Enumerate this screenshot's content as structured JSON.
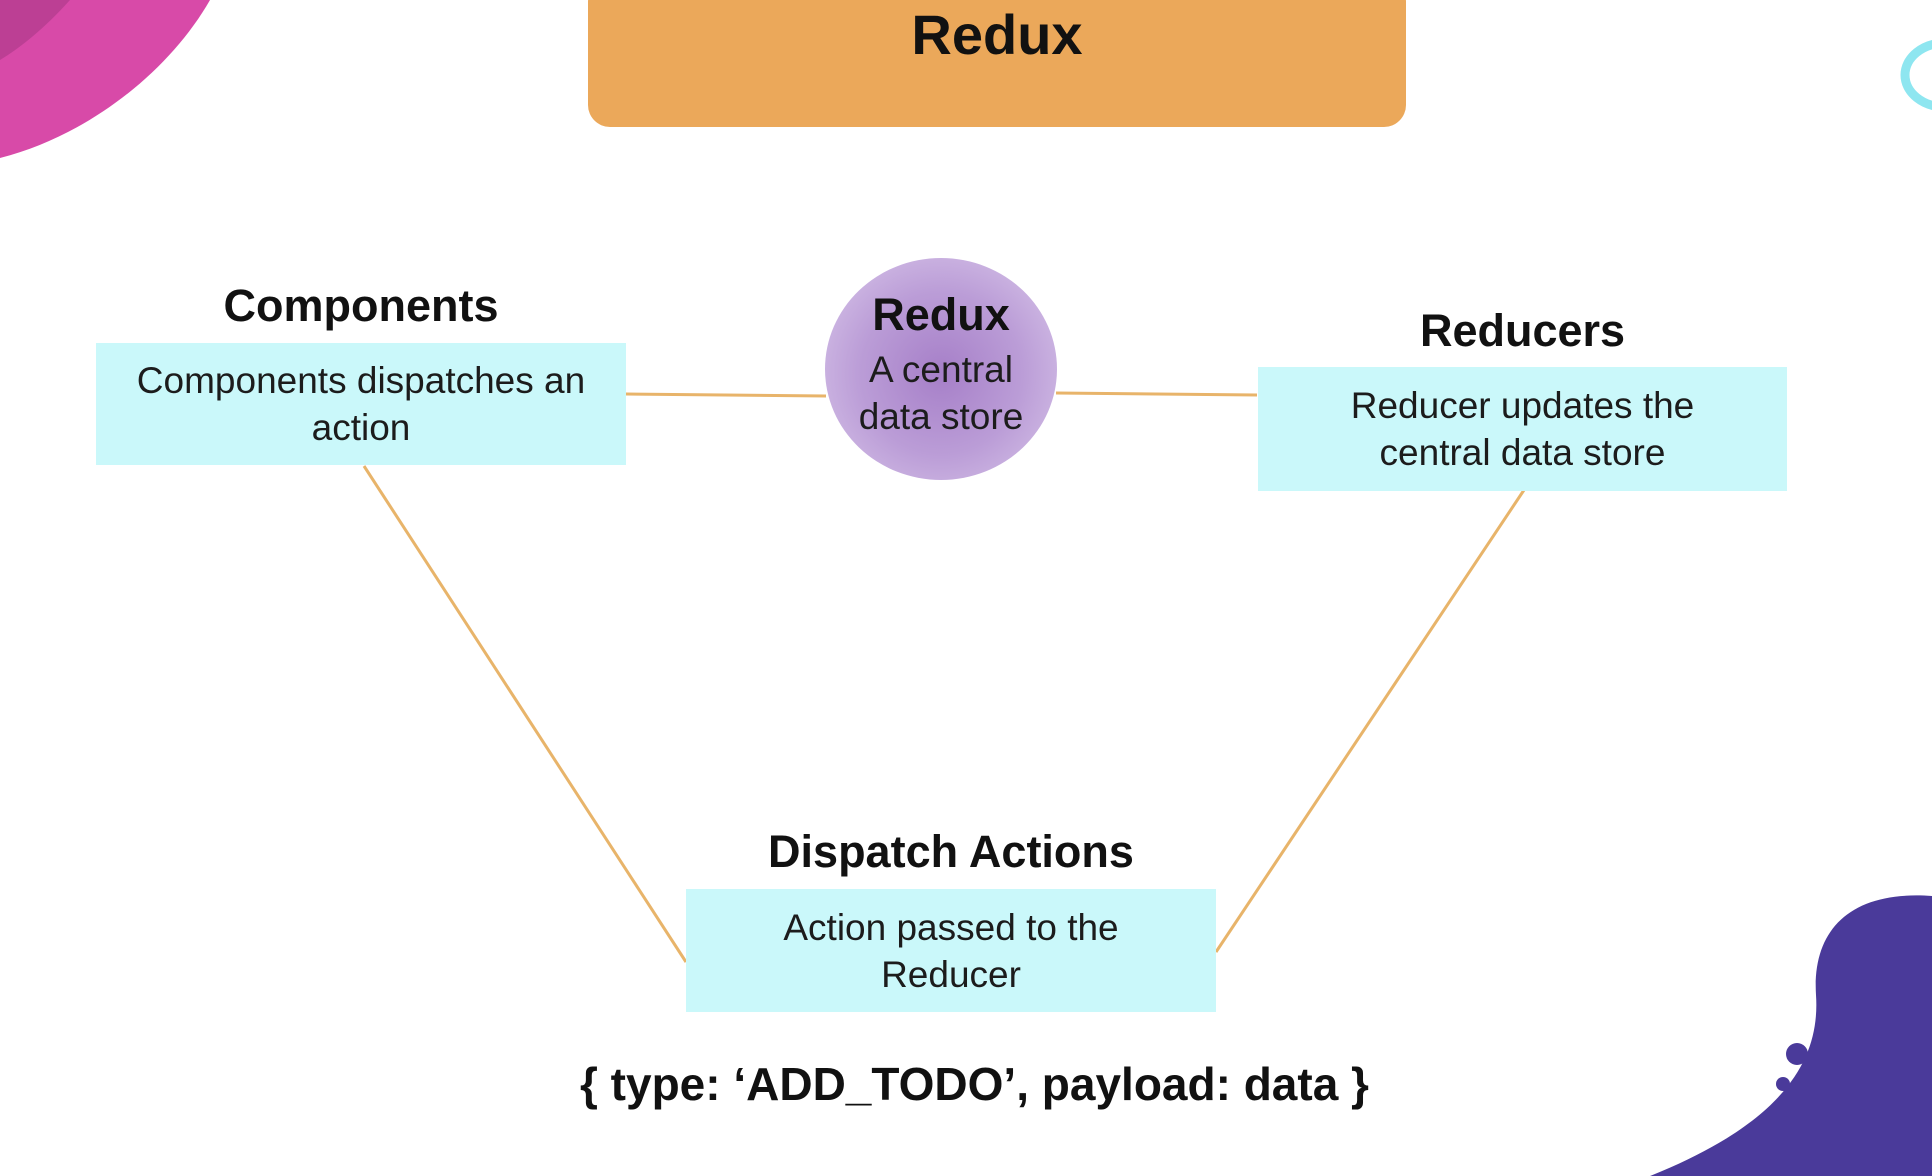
{
  "colors": {
    "banner": "#eba85a",
    "box_fill": "#caf8fa",
    "connector": "#e8b46a",
    "hub": "#b693d4",
    "decor_pink": "#d84aa8",
    "decor_purple": "#4a3a9a",
    "decor_cyan": "#8ee6f0"
  },
  "header": {
    "title": "Redux"
  },
  "hub": {
    "title": "Redux",
    "text": "A central data store"
  },
  "nodes": {
    "components": {
      "heading": "Components",
      "text": "Components dispatches an action"
    },
    "reducers": {
      "heading": "Reducers",
      "text": "Reducer updates the central data store"
    },
    "dispatch": {
      "heading": "Dispatch Actions",
      "text": "Action passed to the Reducer"
    }
  },
  "action_example": "{ type: ‘ADD_TODO’, payload: data }"
}
